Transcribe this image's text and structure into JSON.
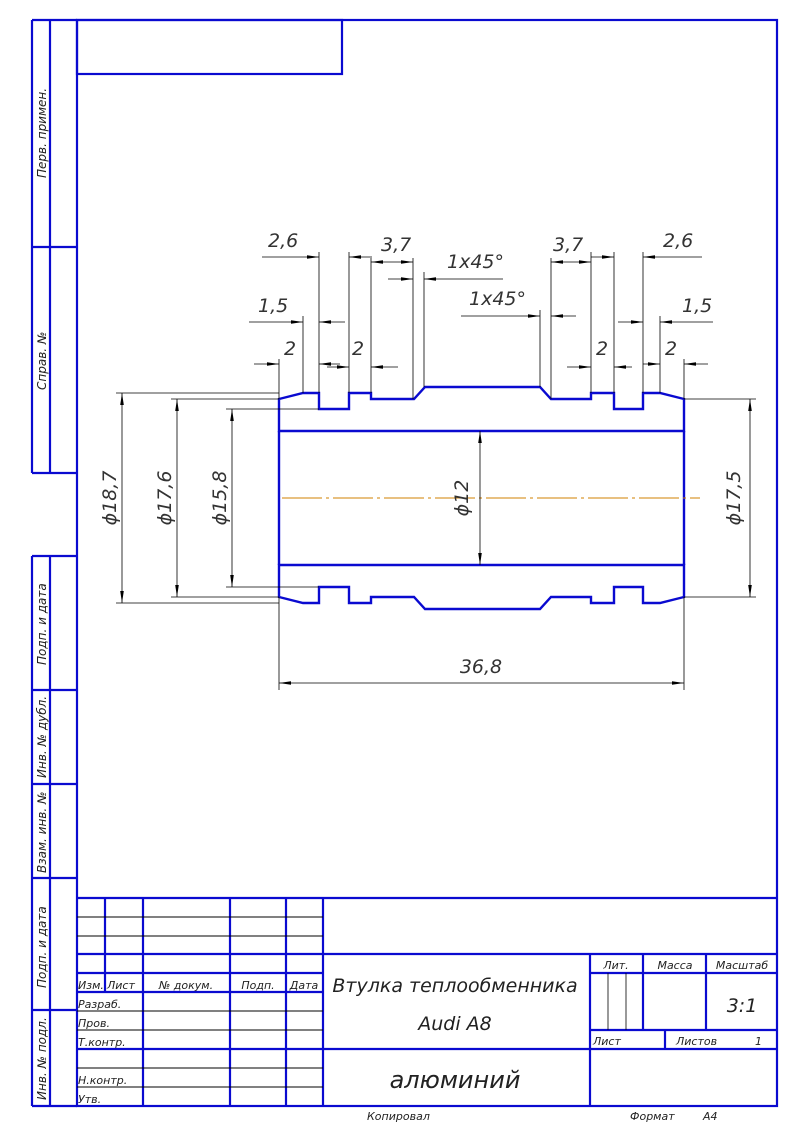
{
  "colors": {
    "frame": "#0a0ad0",
    "centerline": "#d08000",
    "lines": "#000000"
  },
  "side_strip": {
    "perv_primen": "Перв. примен.",
    "sprav_no": "Справ. №",
    "podp_data_1": "Подп. и дата",
    "inv_dubl": "Инв. № дубл.",
    "vzam_inv": "Взам. инв. №",
    "podp_data_2": "Подп. и дата",
    "inv_podl": "Инв. № подл."
  },
  "dimensions": {
    "top_left_2_6": "2,6",
    "top_left_3_7": "3,7",
    "top_left_chamfer": "1x45°",
    "top_right_3_7": "3,7",
    "top_right_2_6": "2,6",
    "top_right_chamfer": "1x45°",
    "left_1_5": "1,5",
    "right_1_5": "1,5",
    "left_2_a": "2",
    "left_2_b": "2",
    "right_2_a": "2",
    "right_2_b": "2",
    "dia_18_7": "ϕ18,7",
    "dia_17_6": "ϕ17,6",
    "dia_15_8": "ϕ15,8",
    "dia_12": "ϕ12",
    "dia_17_5": "ϕ17,5",
    "length": "36,8"
  },
  "title_block": {
    "headers": {
      "izm": "Изм.",
      "list": "Лист",
      "doc_no": "№ докум.",
      "podp": "Подп.",
      "data": "Дата"
    },
    "roles": {
      "razrab": "Разраб.",
      "prov": "Пров.",
      "tkontr": "Т.контр.",
      "nkontr": "Н.контр.",
      "utv": "Утв."
    },
    "title_line1": "Втулка теплообменника",
    "title_line2": "Audi A8",
    "material": "алюминий",
    "lit_label": "Лит.",
    "mass_label": "Масса",
    "scale_label": "Масштаб",
    "scale_value": "3:1",
    "sheet_label": "Лист",
    "sheets_label": "Листов",
    "sheets_value": "1"
  },
  "footer": {
    "copied": "Копировал",
    "format_label": "Формат",
    "format_value": "A4"
  }
}
